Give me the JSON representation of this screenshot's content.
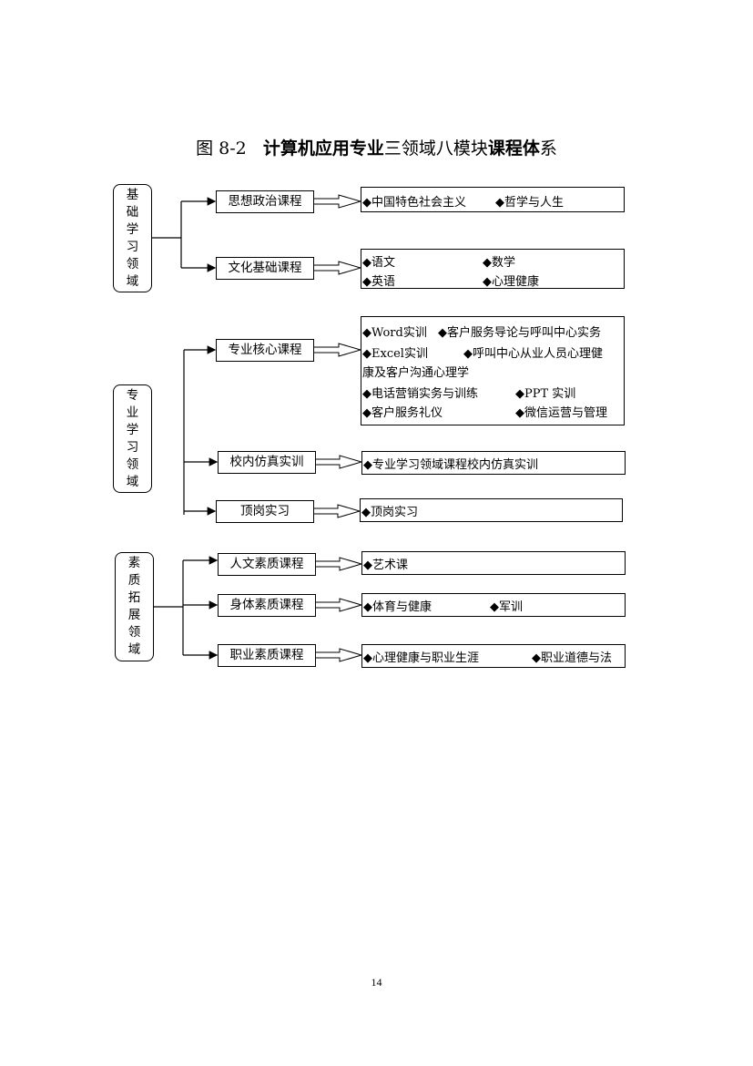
{
  "title": {
    "prefix": "图 8-2",
    "part1": "计算机应用专业",
    "part2": "三领域八模块",
    "part3": "课程体",
    "part4": "系"
  },
  "domains": [
    {
      "label": [
        "基",
        "础",
        "学",
        "习",
        "领",
        "域"
      ]
    },
    {
      "label": [
        "专",
        "业",
        "学",
        "习",
        "领",
        "域"
      ]
    },
    {
      "label": [
        "素",
        "质",
        "拓",
        "展",
        "领",
        "域"
      ]
    }
  ],
  "courses": [
    "思想政治课程",
    "文化基础课程",
    "专业核心课程",
    "校内仿真实训",
    "顶岗实习",
    "人文素质课程",
    "身体素质课程",
    "职业素质课程"
  ],
  "contents": {
    "c0": [
      "◆中国特色社会主义",
      "◆哲学与人生"
    ],
    "c1": [
      "◆语文",
      "◆数学",
      "◆英语",
      "◆心理健康"
    ],
    "c2": [
      "◆Word实训",
      "◆客户服务导论与呼叫中心实务",
      "◆Excel实训",
      "◆呼叫中心从业人员心理健",
      "康及客户沟通心理学",
      "◆电话营销实务与训练",
      "◆PPT 实训",
      "◆客户服务礼仪",
      "◆微信运营与管理"
    ],
    "c3": [
      "◆专业学习领域课程校内仿真实训"
    ],
    "c4": [
      "◆顶岗实习"
    ],
    "c5": [
      "◆艺术课"
    ],
    "c6": [
      "◆体育与健康",
      "◆军训"
    ],
    "c7": [
      "◆心理健康与职业生涯",
      "◆职业道德与法"
    ]
  },
  "page_number": "14"
}
